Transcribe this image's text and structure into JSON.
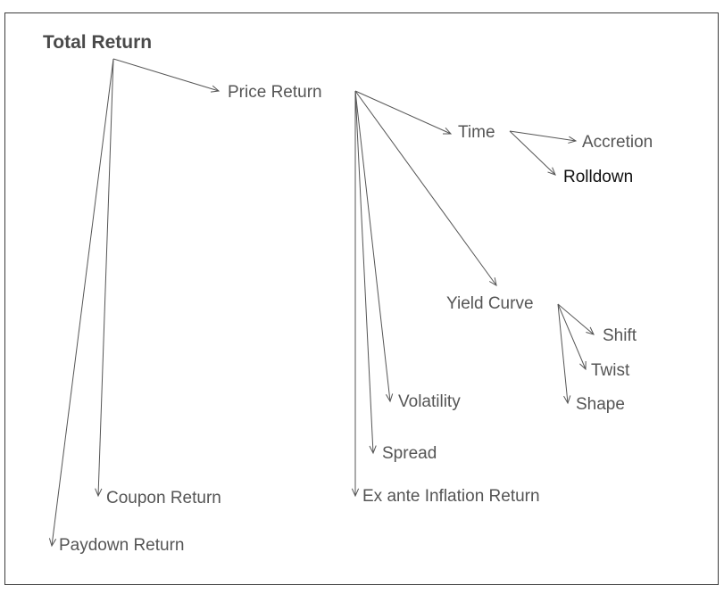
{
  "diagram": {
    "nodes": [
      {
        "id": "total",
        "label": "Total Return"
      },
      {
        "id": "price",
        "label": "Price Return"
      },
      {
        "id": "time",
        "label": "Time"
      },
      {
        "id": "accretion",
        "label": "Accretion"
      },
      {
        "id": "rolldown",
        "label": "Rolldown"
      },
      {
        "id": "yield",
        "label": "Yield Curve"
      },
      {
        "id": "shift",
        "label": "Shift"
      },
      {
        "id": "twist",
        "label": "Twist"
      },
      {
        "id": "shape",
        "label": "Shape"
      },
      {
        "id": "volatility",
        "label": "Volatility"
      },
      {
        "id": "spread",
        "label": "Spread"
      },
      {
        "id": "inflation",
        "label": "Ex ante Inflation Return"
      },
      {
        "id": "coupon",
        "label": "Coupon Return"
      },
      {
        "id": "paydown",
        "label": "Paydown Return"
      }
    ],
    "edges": [
      {
        "from": "total",
        "to": "price"
      },
      {
        "from": "total",
        "to": "coupon"
      },
      {
        "from": "total",
        "to": "paydown"
      },
      {
        "from": "price",
        "to": "time"
      },
      {
        "from": "price",
        "to": "yield"
      },
      {
        "from": "price",
        "to": "volatility"
      },
      {
        "from": "price",
        "to": "spread"
      },
      {
        "from": "price",
        "to": "inflation"
      },
      {
        "from": "time",
        "to": "accretion"
      },
      {
        "from": "time",
        "to": "rolldown"
      },
      {
        "from": "yield",
        "to": "shift"
      },
      {
        "from": "yield",
        "to": "twist"
      },
      {
        "from": "yield",
        "to": "shape"
      }
    ]
  }
}
